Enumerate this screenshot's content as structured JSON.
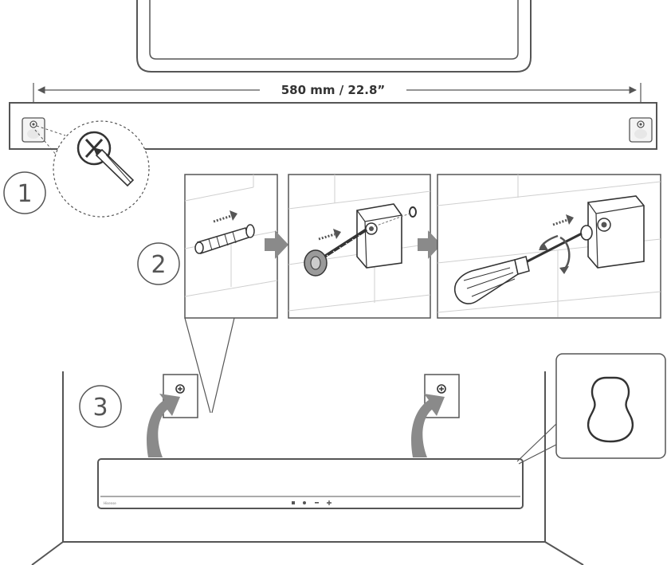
{
  "dimension": {
    "label": "580 mm / 22.8”"
  },
  "steps": [
    {
      "number": "1",
      "action": "mark-drill-points"
    },
    {
      "number": "2",
      "action": "install-wall-brackets"
    },
    {
      "number": "3",
      "action": "hang-soundbar"
    }
  ],
  "soundbar": {
    "brand": "Hisense",
    "buttons": [
      "power-icon",
      "input-icon",
      "volume-down-icon",
      "volume-up-icon"
    ]
  },
  "icons": {
    "bracket_hole": "keyhole-icon",
    "drill_mark": "x-mark-icon",
    "screw_head": "screw-head-icon"
  },
  "colors": {
    "line": "#555555",
    "arrow": "#8a8a8a",
    "fill_light": "#f4f4f4"
  }
}
